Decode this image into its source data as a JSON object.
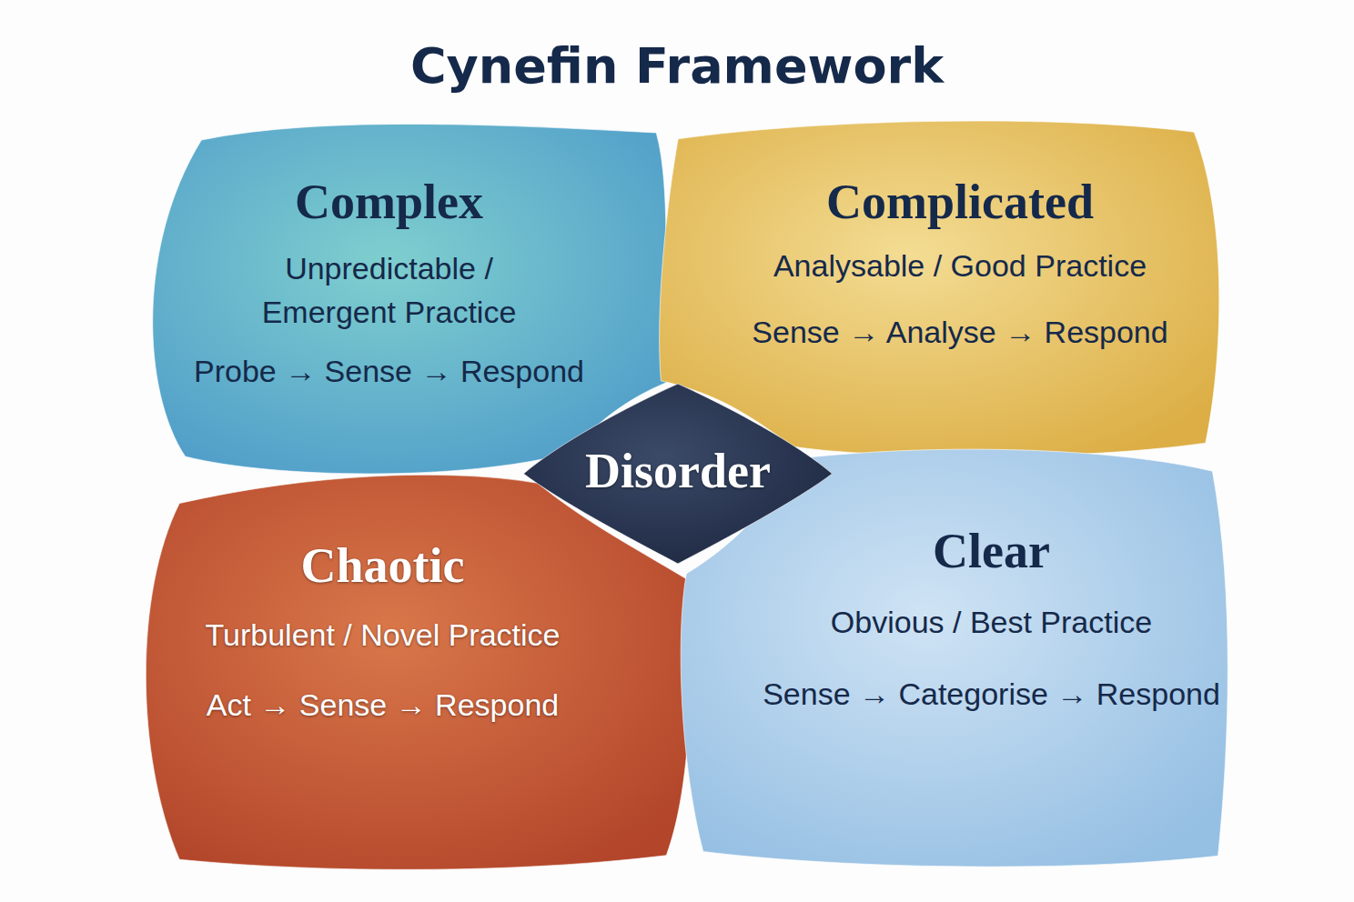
{
  "diagram": {
    "title": "Cynefin Framework",
    "nodes": [
      {
        "text": [
          "Complex",
          "Unpredictable / Emergent Practice",
          "Probe → Sense → Respond"
        ]
      },
      {
        "text": [
          "Complicated",
          "Analysable / Good Practice",
          "Sense → Analyse → Respond"
        ]
      },
      {
        "text": [
          "Disorder"
        ]
      },
      {
        "text": [
          "Chaotic",
          "Turbulent / Novel Practice",
          "Act → Sense → Respond"
        ]
      },
      {
        "text": [
          "Clear",
          "Obvious / Best Practice",
          "Sense → Categorise → Respond"
        ]
      }
    ]
  }
}
